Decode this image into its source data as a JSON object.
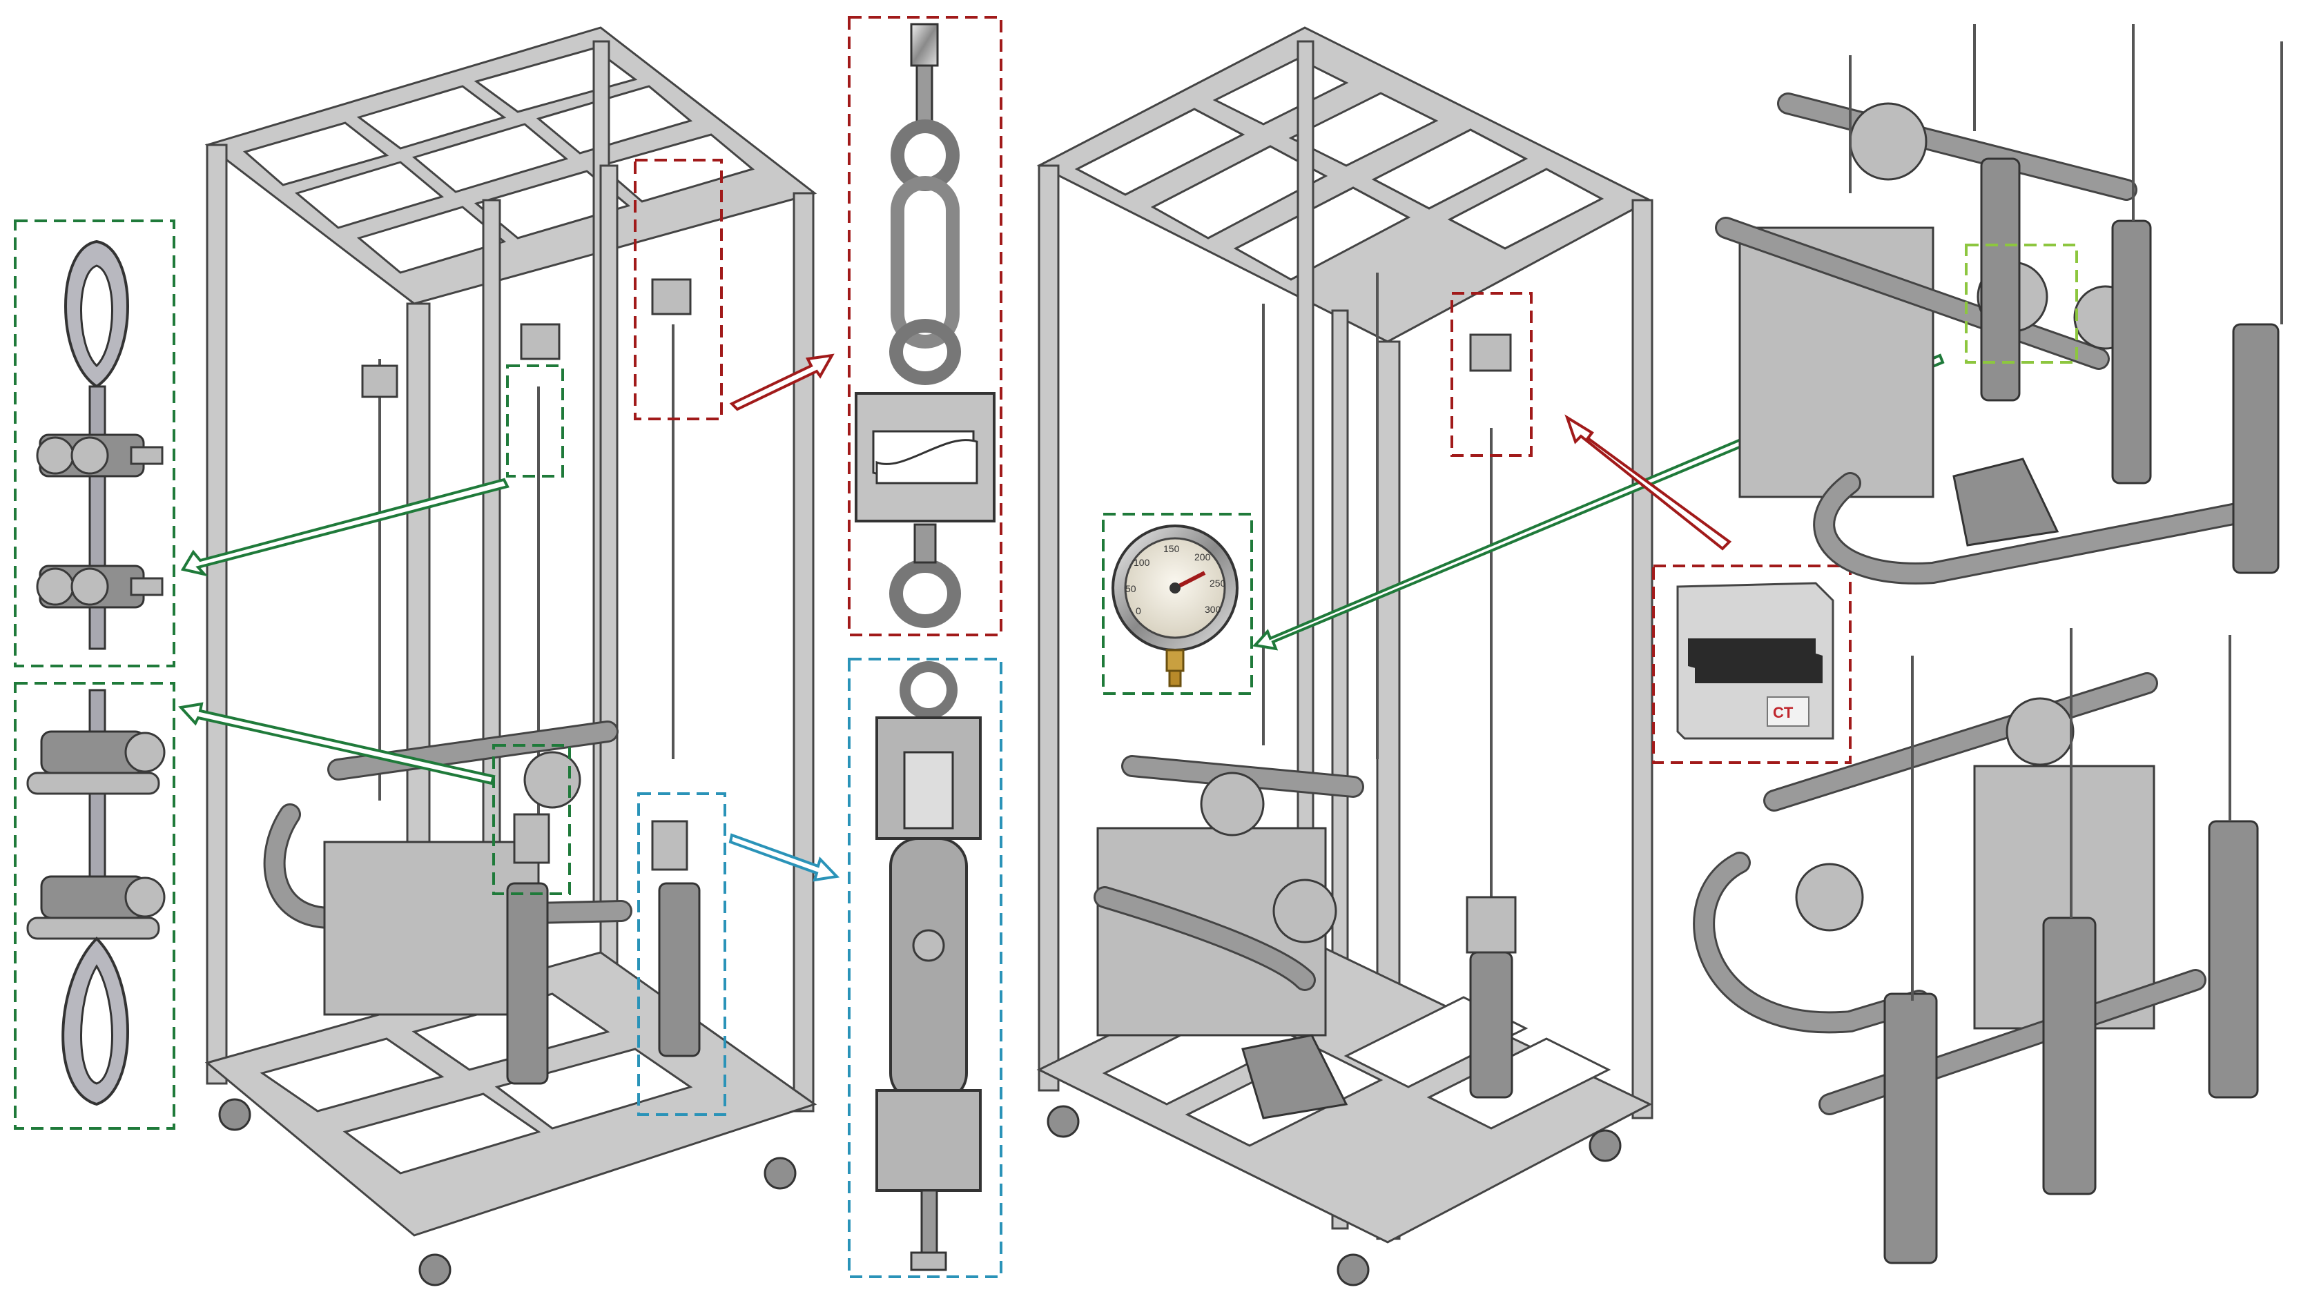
{
  "colors": {
    "callout_red": "#a11a1a",
    "callout_green": "#1f7a3a",
    "callout_light_green": "#8dc63f",
    "callout_blue": "#2a93b8",
    "steel": "#c9c9c9",
    "gauge_face": "#f3efe6"
  },
  "icons": {
    "left_rig": "test-rig-frame-icon",
    "right_rig": "test-rig-frame-icon",
    "load_cell": "s-type-load-cell-icon",
    "actuator": "hydraulic-cylinder-icon",
    "gauge": "pressure-gauge-icon",
    "thimble": "wire-rope-thimble-icon",
    "clamp": "wire-rope-clamp-icon"
  },
  "load_cell_label": {
    "brand": "CT"
  },
  "pressure_gauge": {
    "scale_marks": [
      "0",
      "50",
      "100",
      "150",
      "200",
      "250",
      "300"
    ]
  }
}
